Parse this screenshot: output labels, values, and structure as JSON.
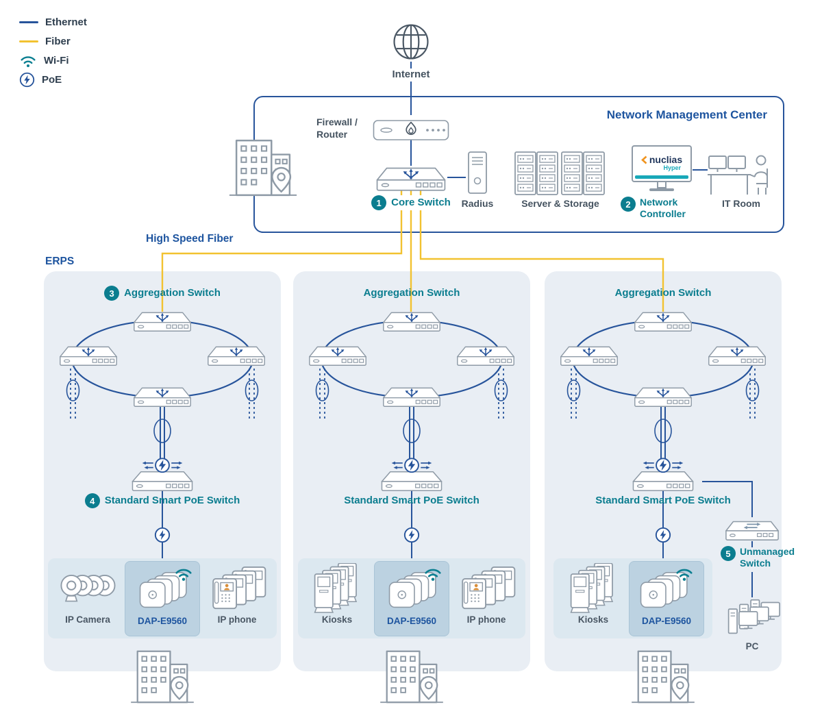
{
  "legend": {
    "ethernet": "Ethernet",
    "fiber": "Fiber",
    "wifi": "Wi-Fi",
    "poe": "PoE"
  },
  "internet_label": "Internet",
  "nmc": {
    "title": "Network Management Center",
    "firewall_line1": "Firewall /",
    "firewall_line2": "Router",
    "core_switch_badge": "1",
    "core_switch_label": "Core Switch",
    "radius_label": "Radius",
    "server_storage_label": "Server & Storage",
    "controller_badge": "2",
    "controller_line1": "Network",
    "controller_line2": "Controller",
    "nuclias_brand": "nuclias",
    "nuclias_sub": "Hyper",
    "it_room_label": "IT Room"
  },
  "fiber_label": "High Speed Fiber",
  "erps_label": "ERPS",
  "branches": [
    {
      "agg_badge": "3",
      "agg_label": "Aggregation Switch",
      "poe_badge": "4",
      "poe_label": "Standard Smart PoE Switch",
      "device1_label": "IP Camera",
      "device2_label": "DAP-E9560",
      "device3_label": "IP phone"
    },
    {
      "agg_label": "Aggregation Switch",
      "poe_label": "Standard Smart PoE Switch",
      "device1_label": "Kiosks",
      "device2_label": "DAP-E9560",
      "device3_label": "IP phone"
    },
    {
      "agg_label": "Aggregation Switch",
      "poe_label": "Standard Smart PoE Switch",
      "device1_label": "Kiosks",
      "device2_label": "DAP-E9560",
      "unmanaged_badge": "5",
      "unmanaged_line1": "Unmanaged",
      "unmanaged_line2": "Switch",
      "pc_label": "PC"
    }
  ],
  "colors": {
    "ethernet_blue": "#27549b",
    "fiber_yellow": "#f2c230",
    "label_teal": "#0b7d8f",
    "heading_navy": "#1d549f",
    "branch_bg": "#e9eef4",
    "devices_bg": "#dce8f0",
    "dap_bg": "#bcd2e1"
  }
}
